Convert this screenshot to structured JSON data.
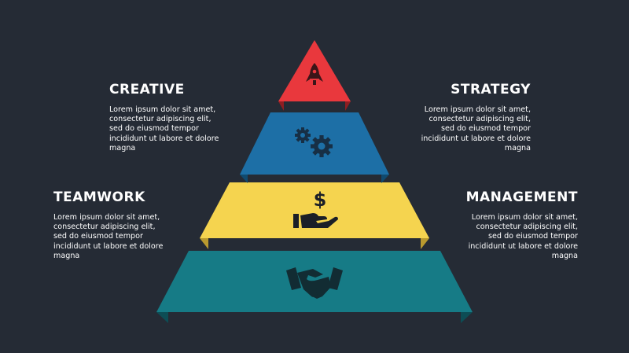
{
  "levels": [
    {
      "id": "top",
      "color": "#e9383d",
      "icon": "rocket-icon"
    },
    {
      "id": "second",
      "color": "#1d6fa6",
      "icon": "gears-icon"
    },
    {
      "id": "third",
      "color": "#f5d44f",
      "icon": "hand-dollar-icon"
    },
    {
      "id": "base",
      "color": "#167b86",
      "icon": "handshake-icon"
    }
  ],
  "blocks": {
    "creative": {
      "title": "CREATIVE",
      "text": "Lorem ipsum dolor sit amet,\nconsectetur adipiscing elit,\nsed do eiusmod tempor\nincididunt ut labore et dolore\nmagna"
    },
    "strategy": {
      "title": "STRATEGY",
      "text": "Lorem ipsum dolor sit amet,\nconsectetur adipiscing elit,\nsed do eiusmod tempor\nincididunt ut labore et dolore\nmagna"
    },
    "teamwork": {
      "title": "TEAMWORK",
      "text": "Lorem ipsum dolor sit amet,\nconsectetur adipiscing elit,\nsed do eiusmod tempor\nincididunt ut labore et dolore\nmagna"
    },
    "management": {
      "title": "MANAGEMENT",
      "text": "Lorem ipsum dolor sit amet,\nconsectetur adipiscing elit,\nsed do eiusmod tempor\nincididunt ut labore et dolore\nmagna"
    }
  }
}
